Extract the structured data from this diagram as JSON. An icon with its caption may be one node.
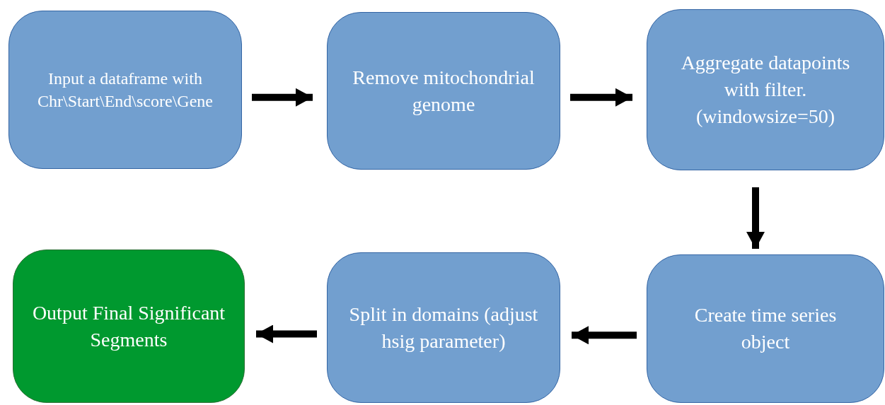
{
  "diagram": {
    "nodes": [
      {
        "text": [
          "Input a dataframe with Chr\\Start\\End\\score\\Gene"
        ]
      },
      {
        "text": [
          "Remove mitochondrial genome"
        ]
      },
      {
        "text": [
          "Aggregate datapoints with filter. (windowsize=50)"
        ]
      },
      {
        "text": [
          "Create time series object"
        ]
      },
      {
        "text": [
          "Split in domains (adjust hsig parameter)"
        ]
      },
      {
        "text": [
          "Output Final Significant Segments"
        ]
      }
    ],
    "edges": [
      {
        "from": 0,
        "to": 1,
        "arrow": "to"
      },
      {
        "from": 1,
        "to": 2,
        "arrow": "to"
      },
      {
        "from": 2,
        "to": 3,
        "arrow": "to"
      },
      {
        "from": 3,
        "to": 4,
        "arrow": "to"
      },
      {
        "from": 4,
        "to": 5,
        "arrow": "to"
      }
    ]
  }
}
